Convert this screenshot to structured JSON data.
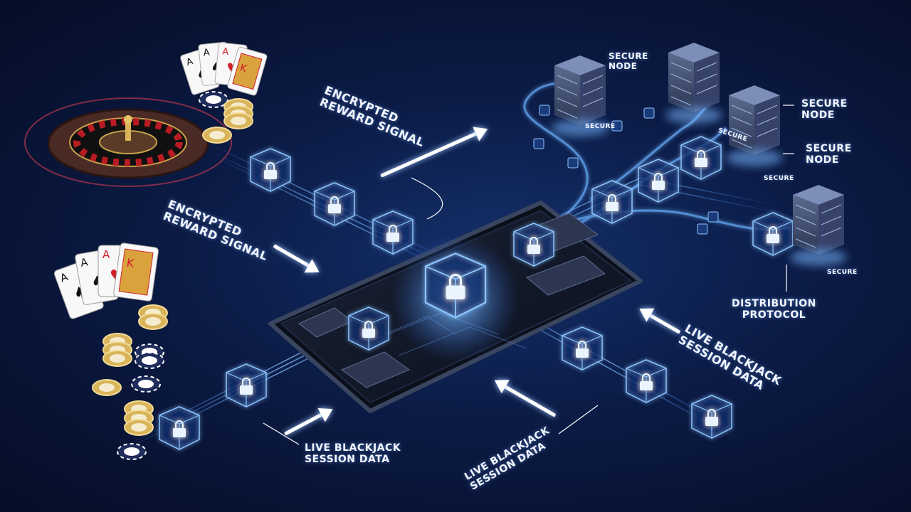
{
  "labels": {
    "encrypted_top": [
      "ENCRYPTED",
      "REWARD SIGNAL"
    ],
    "encrypted_left": [
      "ENCRYPTED",
      "REWARD SIGNAL"
    ],
    "secure_node_1": [
      "SECURE",
      "NODE"
    ],
    "secure_node_2": [
      "SECURE",
      "NODE"
    ],
    "secure_node_3": [
      "SECURE",
      "NODE"
    ],
    "distribution": [
      "DISTRIBUTION",
      "PROTOCOL"
    ],
    "live_right": [
      "LIVE BLACKJACK",
      "SESSION DATA"
    ],
    "live_bottom_left": [
      "LIVE BLACKJACK",
      "SESSION DATA"
    ],
    "live_bottom_mid": [
      "LIVE BLACKJACK",
      "SESSION DATA"
    ],
    "server_secure_1": "SECURE",
    "server_secure_2": "SECURE",
    "server_secure_3": "SECURE",
    "server_secure_4": "SECURE"
  },
  "colors": {
    "background": "#0b1b45",
    "glow": "#5fa8ff",
    "cube": "#7fb8ff",
    "chip_gold": "#d9b45a",
    "chip_navy": "#1f2d5c",
    "card_red": "#d11f2b"
  },
  "icons": [
    "lock-icon",
    "server-icon",
    "roulette-wheel",
    "playing-cards",
    "casino-chips",
    "smartphone"
  ]
}
